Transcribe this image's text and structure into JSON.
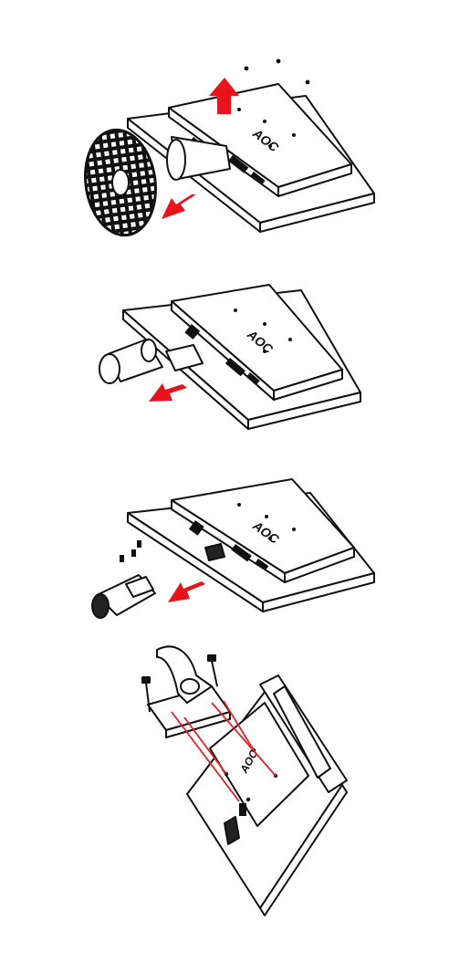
{
  "document": {
    "type": "assembly-instruction-illustration",
    "steps": [
      {
        "step": 1,
        "action": "remove-base-disc-and-lift-monitor"
      },
      {
        "step": 2,
        "action": "slide-out-stand-neck"
      },
      {
        "step": 3,
        "action": "remove-screws-and-bracket"
      },
      {
        "step": 4,
        "action": "attach-vesa-wall-mount"
      }
    ]
  },
  "brand": {
    "logo_text": "AOC"
  },
  "colors": {
    "line": "#111111",
    "paper": "#ffffff",
    "arrow": "#e8141b",
    "guide": "#e0222a",
    "shade": "#222222"
  },
  "icons": [
    "arrow-icon",
    "screw-icon"
  ]
}
